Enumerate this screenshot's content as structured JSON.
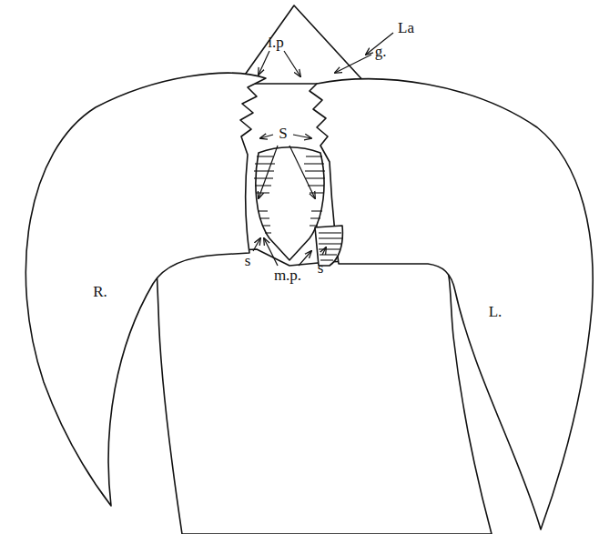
{
  "diagram": {
    "labels": [
      "La",
      "i.p",
      "g.",
      "S",
      "R.",
      "s",
      "m.p.",
      "s",
      "L."
    ]
  }
}
